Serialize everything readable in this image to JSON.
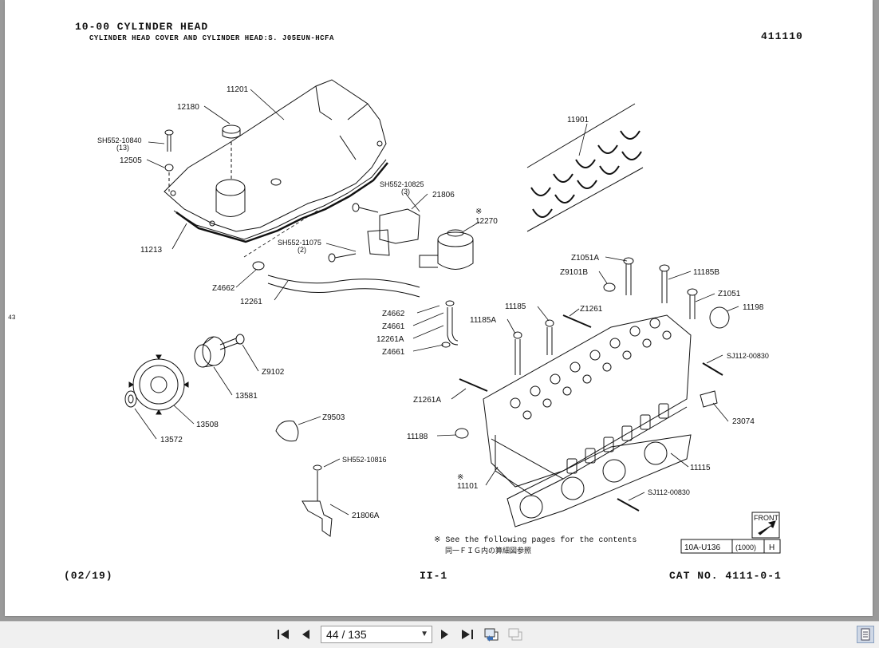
{
  "header": {
    "title": "10-00 CYLINDER HEAD",
    "subtitle": "CYLINDER HEAD COVER AND CYLINDER HEAD:S. J05EUN-HCFA",
    "code": "411110"
  },
  "side_mark": "43",
  "footer": {
    "date": "(02/19)",
    "page": "II-1",
    "cat": "CAT NO. 4111-0-1"
  },
  "note": {
    "line1": "※ See the following pages for the contents",
    "line2": "同一ＦＩＧ内の算細図参照"
  },
  "ref_box": {
    "code": "10A-U136",
    "qty": "(1000)",
    "letter": "H",
    "front": "FRONT"
  },
  "parts": {
    "p11201": "11201",
    "p12180": "12180",
    "p_sh552_10840": "SH552-10840",
    "p_sh552_10840_qty": "(13)",
    "p12505": "12505",
    "p11213": "11213",
    "p_sh552_10825": "SH552-10825",
    "p_sh552_10825_qty": "(3)",
    "p21806": "21806",
    "p12270": "12270",
    "p_sh552_11075": "SH552-11075",
    "p_sh552_11075_qty": "(2)",
    "p11901": "11901",
    "pZ4662a": "Z4662",
    "p12261": "12261",
    "pZ4662b": "Z4662",
    "pZ4661a": "Z4661",
    "p12261A": "12261A",
    "pZ4661b": "Z4661",
    "pZ1051A": "Z1051A",
    "pZ9101B": "Z9101B",
    "p11185B": "11185B",
    "pZ1051": "Z1051",
    "p11185": "11185",
    "pZ1261": "Z1261",
    "p11198": "11198",
    "p11185A": "11185A",
    "p_sj112_00830a": "SJ112-00830",
    "pZ9102": "Z9102",
    "p13581": "13581",
    "p13508": "13508",
    "p13572": "13572",
    "pZ1261A": "Z1261A",
    "p23074": "23074",
    "pZ9503": "Z9503",
    "p11188": "11188",
    "p11115": "11115",
    "p11101": "11101",
    "p_sh552_10816": "SH552-10816",
    "p21806A": "21806A",
    "p_sj112_00830b": "SJ112-00830",
    "mark": "※"
  },
  "toolbar": {
    "page_indicator": "44 / 135",
    "icons": [
      "first-page-icon",
      "prev-page-icon",
      "next-page-icon",
      "last-page-icon",
      "back-view-icon",
      "forward-view-icon",
      "sidebar-toggle-icon"
    ]
  }
}
